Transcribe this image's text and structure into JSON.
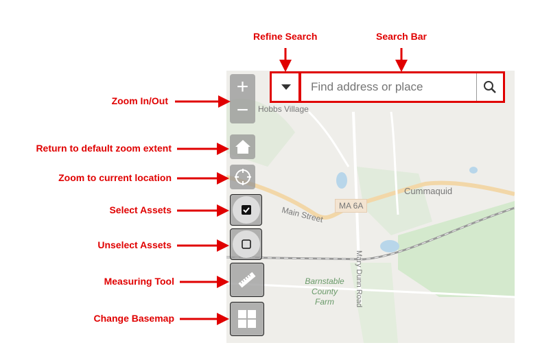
{
  "annotations": {
    "refine_search": "Refine Search",
    "search_bar": "Search Bar",
    "zoom": "Zoom In/Out",
    "home": "Return to default zoom extent",
    "locate": "Zoom to  current location",
    "select": "Select Assets",
    "unselect": "Unselect Assets",
    "measure": "Measuring Tool",
    "basemap": "Change Basemap"
  },
  "search": {
    "placeholder": "Find address or place"
  },
  "map_labels": {
    "village": "Hobbs Village",
    "cummaquid": "Cummaquid",
    "route": "MA 6A",
    "main_street": "Main Street",
    "mary_dunn": "Mary Dunn Road",
    "farm_1": "Barnstable",
    "farm_2": "County",
    "farm_3": "Farm"
  },
  "colors": {
    "annotation": "#e00000"
  }
}
